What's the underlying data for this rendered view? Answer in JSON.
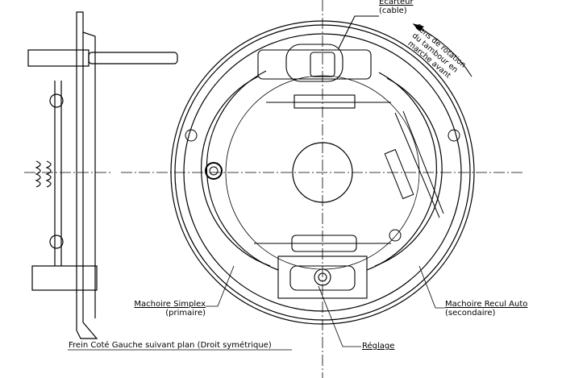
{
  "labels": {
    "ecarteur": "Ecarteur",
    "ecarteur_sub": "(cable)",
    "rotation": [
      "Sens de rotation",
      "du tambour en",
      "marche avant"
    ],
    "simplex": "Machoire Simplex",
    "simplex_sub": "(primaire)",
    "recul": "Machoire Recul Auto",
    "recul_sub": "(secondaire)",
    "reglage": "Réglage",
    "title": "Frein Coté Gauche suivant plan (Droit symétrique)"
  }
}
